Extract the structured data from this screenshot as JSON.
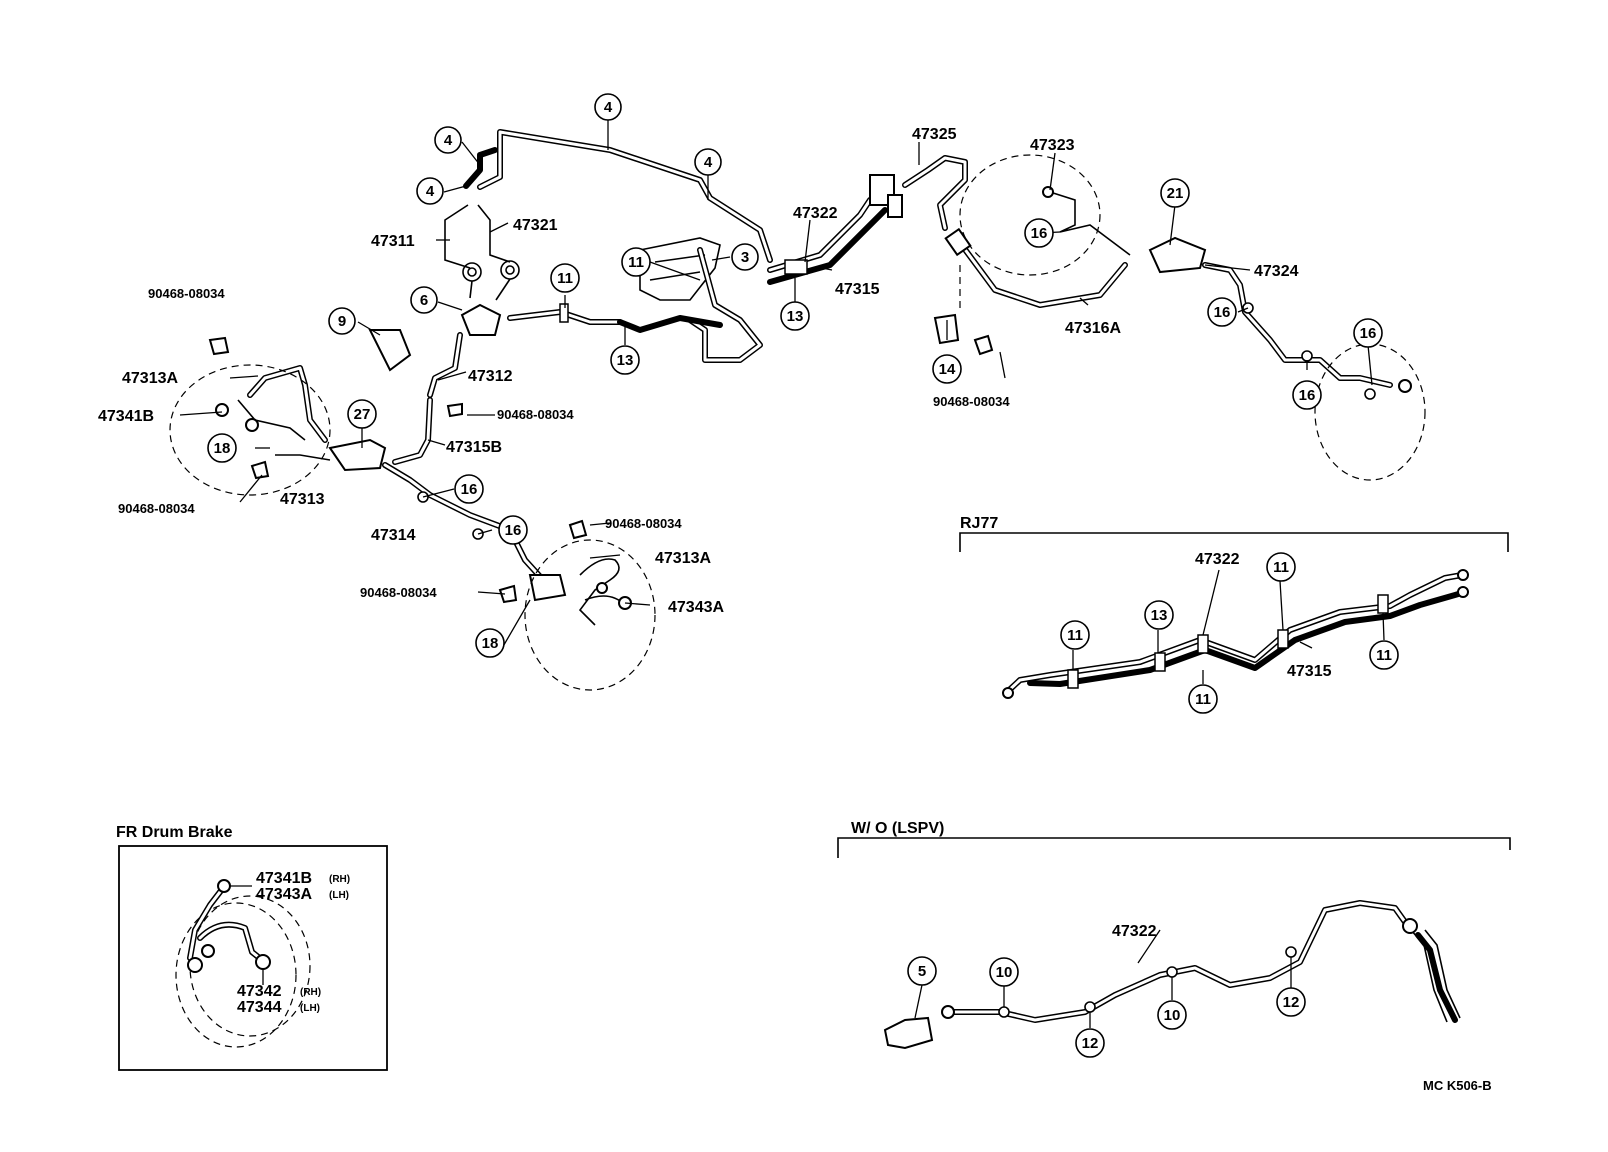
{
  "callouts": {
    "c4a": "4",
    "c4b": "4",
    "c4c": "4",
    "c4d": "4",
    "c3": "3",
    "c6": "6",
    "c9": "9",
    "c11a": "11",
    "c11b": "11",
    "c13a": "13",
    "c13b": "13",
    "c14": "14",
    "c16a": "16",
    "c16b": "16",
    "c16c": "16",
    "c16d": "16",
    "c16e": "16",
    "c16f": "16",
    "c18a": "18",
    "c18b": "18",
    "c21": "21",
    "c27": "27",
    "rj11a": "11",
    "rj13": "13",
    "rj11b": "11",
    "rj11c": "11",
    "rj11d": "11",
    "wo5": "5",
    "wo10a": "10",
    "wo12a": "12",
    "wo10b": "10",
    "wo12b": "12"
  },
  "labels": {
    "p47311": "47311",
    "p47321": "47321",
    "p47312": "47312",
    "p47313A_left": "47313A",
    "p47341B": "47341B",
    "p90468_a": "90468-08034",
    "p90468_b": "90468-08034",
    "p90468_c": "90468-08034",
    "p90468_d": "90468-08034",
    "p90468_e": "90468-08034",
    "p90468_f": "90468-08034",
    "p47313": "47313",
    "p47315B": "47315B",
    "p47314": "47314",
    "p47313A_right": "47313A",
    "p47343A": "47343A",
    "p47322": "47322",
    "p47315": "47315",
    "p47325": "47325",
    "p47323": "47323",
    "p47324": "47324",
    "p47316A": "47316A",
    "rj_47322": "47322",
    "rj_47315": "47315",
    "wo_47322": "47322"
  },
  "sections": {
    "rj77": "RJ77",
    "wo_lspv": "W/ O (LSPV)",
    "fr_drum": "FR Drum Brake"
  },
  "fr_drum": {
    "l1": "47341B",
    "l1s": "(RH)",
    "l2": "47343A",
    "l2s": "(LH)",
    "l3": "47342",
    "l3s": "(RH)",
    "l4": "47344",
    "l4s": "(LH)"
  },
  "code": "MC  K506-B"
}
